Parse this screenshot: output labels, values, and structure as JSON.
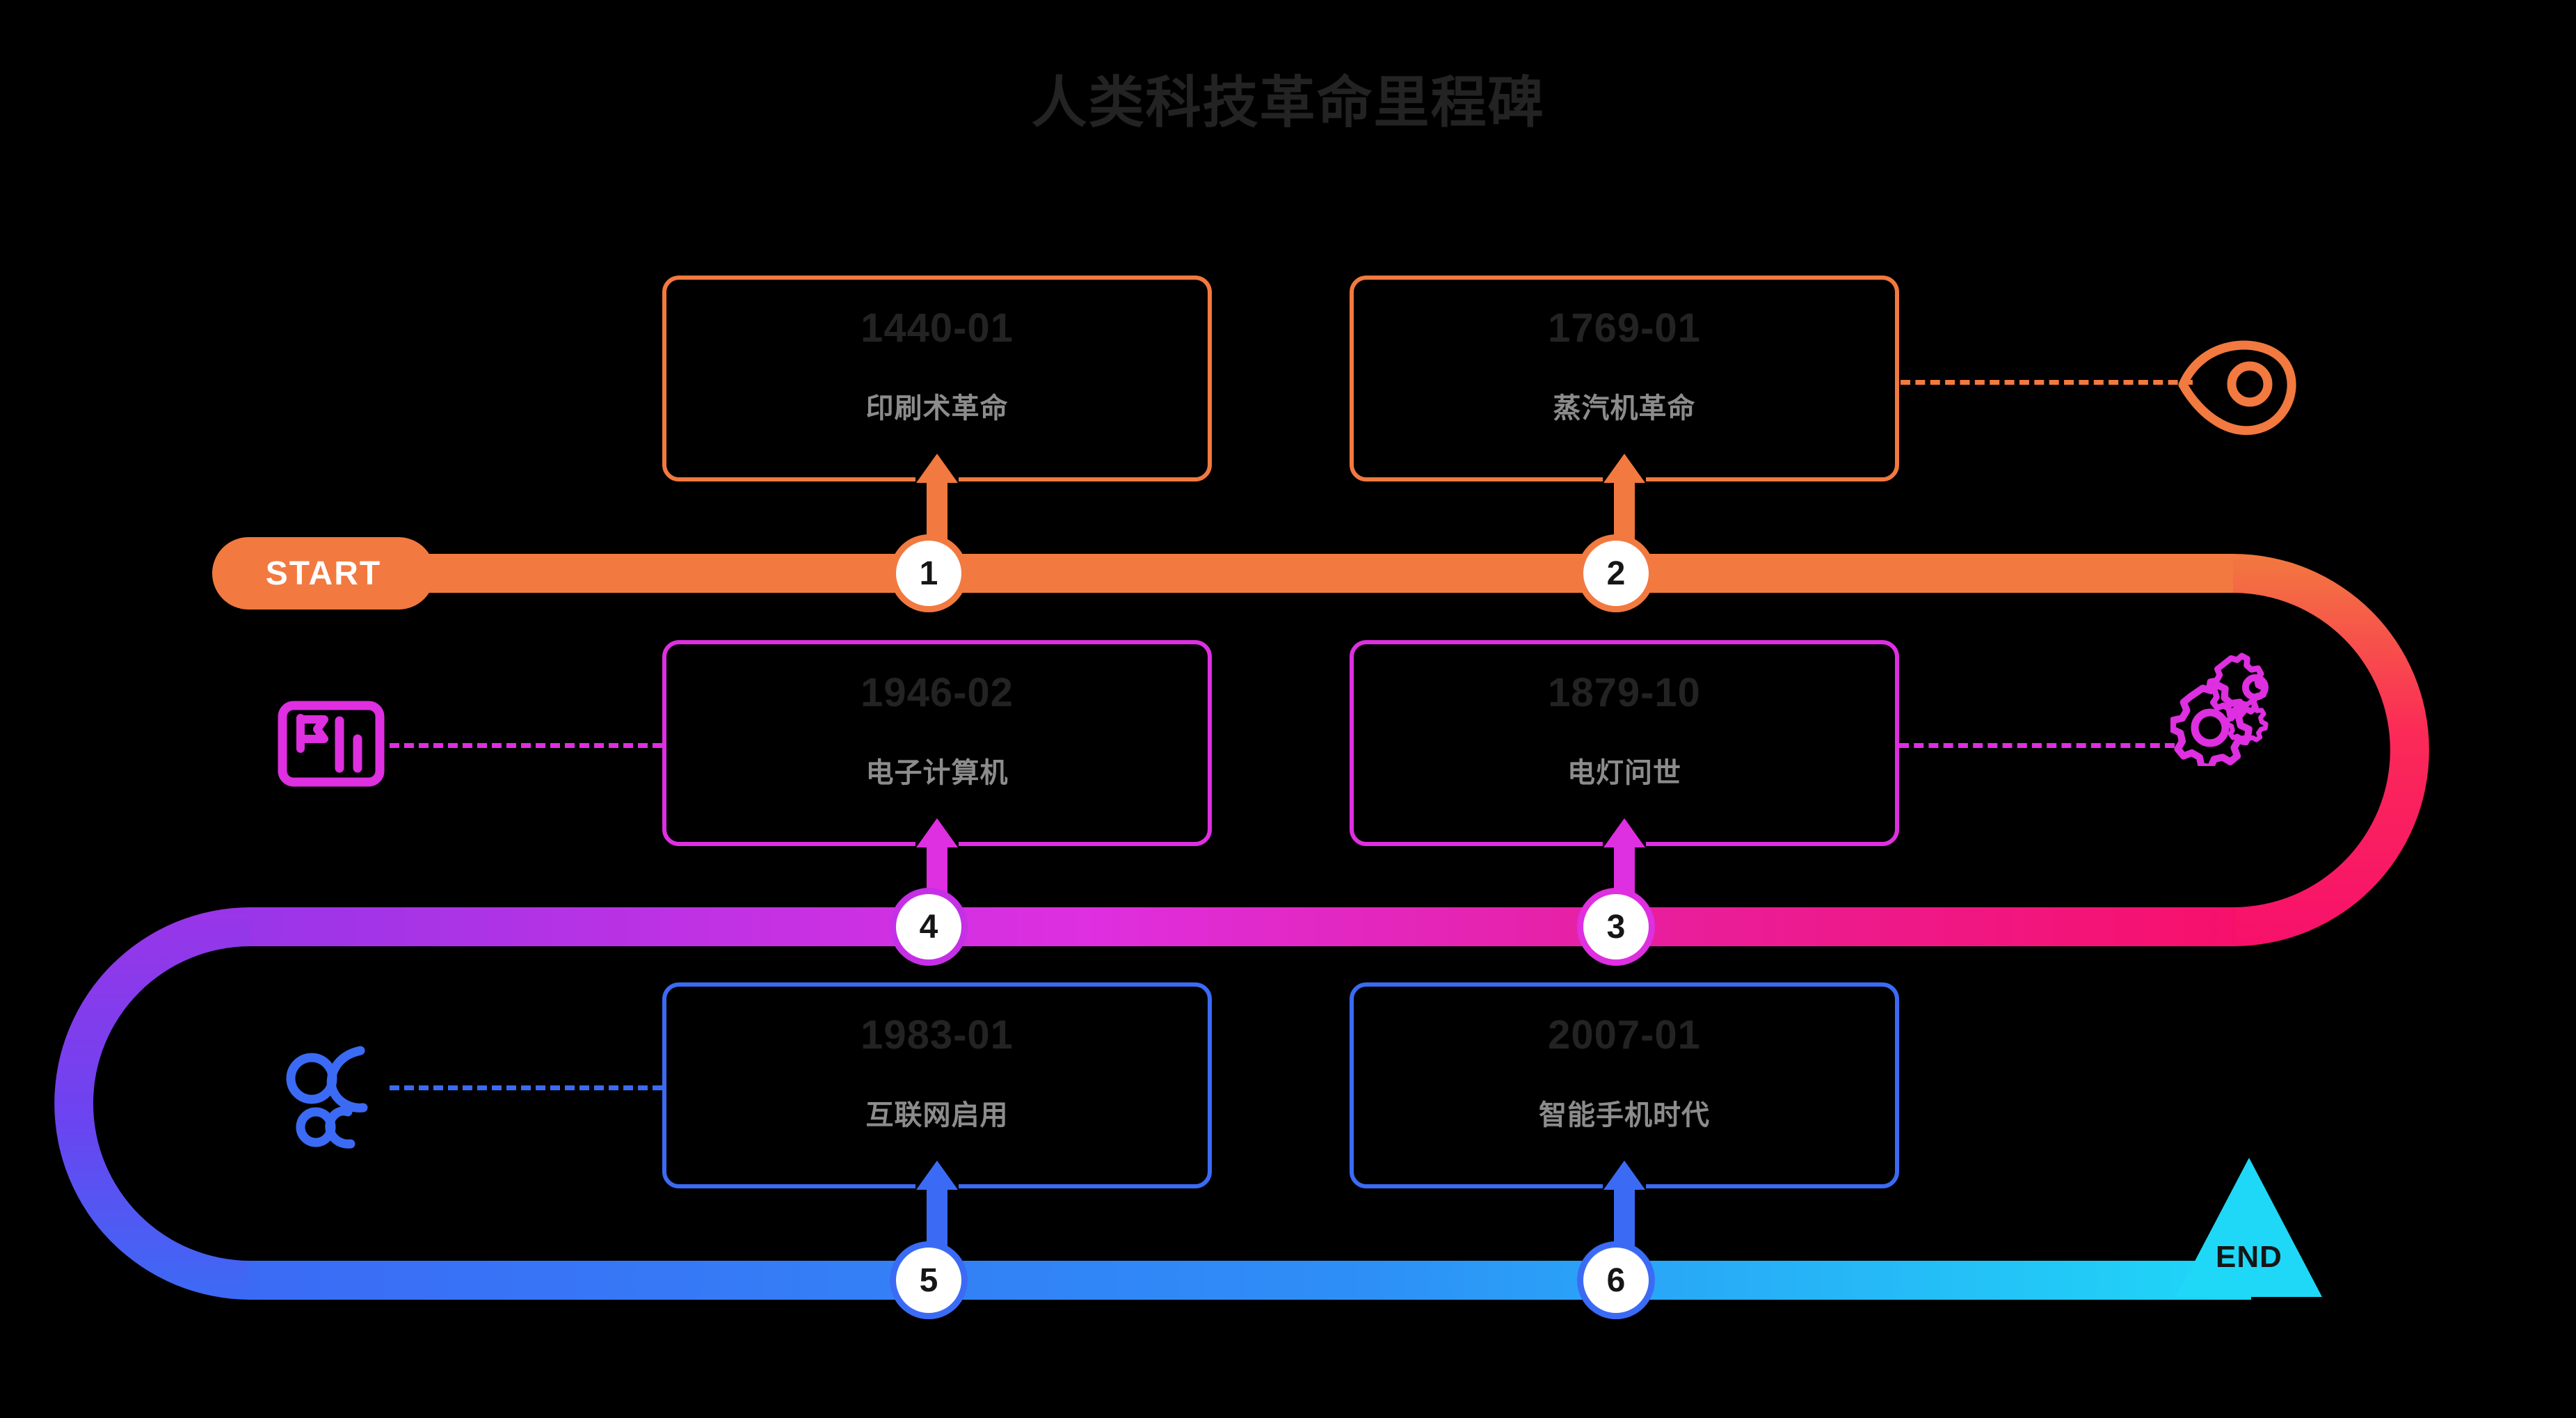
{
  "page": {
    "title": "人类科技革命里程碑",
    "background": "#000000",
    "title_color": "#232323"
  },
  "rail": {
    "start_label": "START",
    "end_label": "END",
    "colors": {
      "orange": "#F2793F",
      "red": "#FB2A57",
      "crimson": "#F7106B",
      "magenta": "#DE2FE0",
      "purple": "#8B3BEB",
      "blue": "#3B6BF5",
      "cyan": "#1FD8F7"
    }
  },
  "milestones": [
    {
      "number": "1",
      "date": "1440-01",
      "title": "印刷术革命",
      "color": "#F2793F",
      "row": "top"
    },
    {
      "number": "2",
      "date": "1769-01",
      "title": "蒸汽机革命",
      "color": "#F2793F",
      "row": "top"
    },
    {
      "number": "3",
      "date": "1879-10",
      "title": "电灯问世",
      "color": "#DE2FE0",
      "row": "middle"
    },
    {
      "number": "4",
      "date": "1946-02",
      "title": "电子计算机",
      "color": "#DE2FE0",
      "row": "middle"
    },
    {
      "number": "5",
      "date": "1983-01",
      "title": "互联网启用",
      "color": "#3B6BF5",
      "row": "bottom"
    },
    {
      "number": "6",
      "date": "2007-01",
      "title": "智能手机时代",
      "color": "#3B6BF5",
      "row": "bottom"
    }
  ],
  "decorations": [
    {
      "name": "location-pin-icon",
      "color": "#F2793F",
      "side": "right",
      "row": "top"
    },
    {
      "name": "gears-icon",
      "color": "#DE2FE0",
      "side": "right",
      "row": "middle"
    },
    {
      "name": "flag-chart-icon",
      "color": "#DE2FE0",
      "side": "left",
      "row": "middle"
    },
    {
      "name": "share-nodes-icon",
      "color": "#3B6BF5",
      "side": "left",
      "row": "bottom"
    }
  ]
}
